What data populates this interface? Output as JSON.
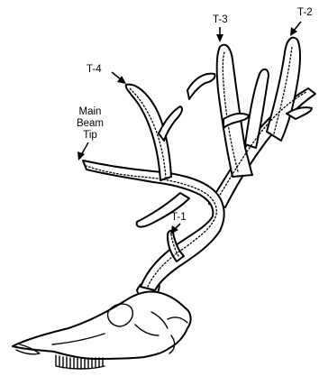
{
  "labels": {
    "t1": "T-1",
    "t2": "T-2",
    "t3": "T-3",
    "t4": "T-4",
    "main_beam_tip_line1": "Main",
    "main_beam_tip_line2": "Beam",
    "main_beam_tip_line3": "Tip"
  }
}
